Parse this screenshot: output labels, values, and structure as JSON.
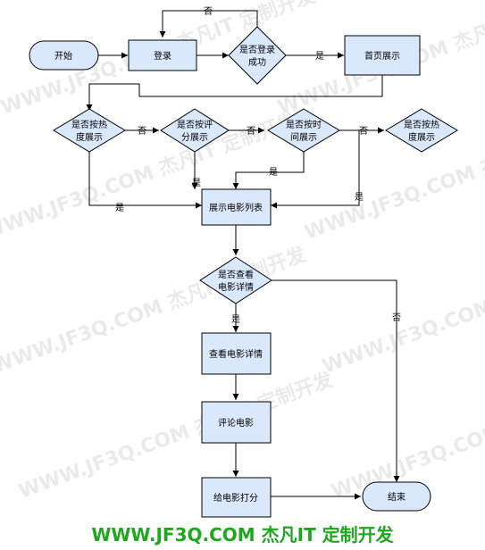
{
  "watermark": "WWW.JF3Q.COM 杰凡IT 定制开发",
  "banner": "WWW.JF3Q.COM 杰凡IT  定制开发",
  "nodes": {
    "start": "开始",
    "login": "登录",
    "login_ok_1": "是否登录",
    "login_ok_2": "成功",
    "home": "首页展示",
    "by_hot_1": "是否按热",
    "by_hot_2": "度展示",
    "by_score_1": "是否按评",
    "by_score_2": "分展示",
    "by_time_1": "是否按时",
    "by_time_2": "间展示",
    "by_hot_b_1": "是否按热",
    "by_hot_b_2": "度展示",
    "list": "展示电影列表",
    "view_detail_1": "是否查看",
    "view_detail_2": "电影详情",
    "detail": "查看电影详情",
    "comment": "评论电影",
    "rate": "给电影打分",
    "end": "结束"
  },
  "edges": {
    "no": "否",
    "yes": "是"
  },
  "colors": {
    "fill": "#dae8fc",
    "stroke": "#000000",
    "banner": "#1ea81e"
  }
}
